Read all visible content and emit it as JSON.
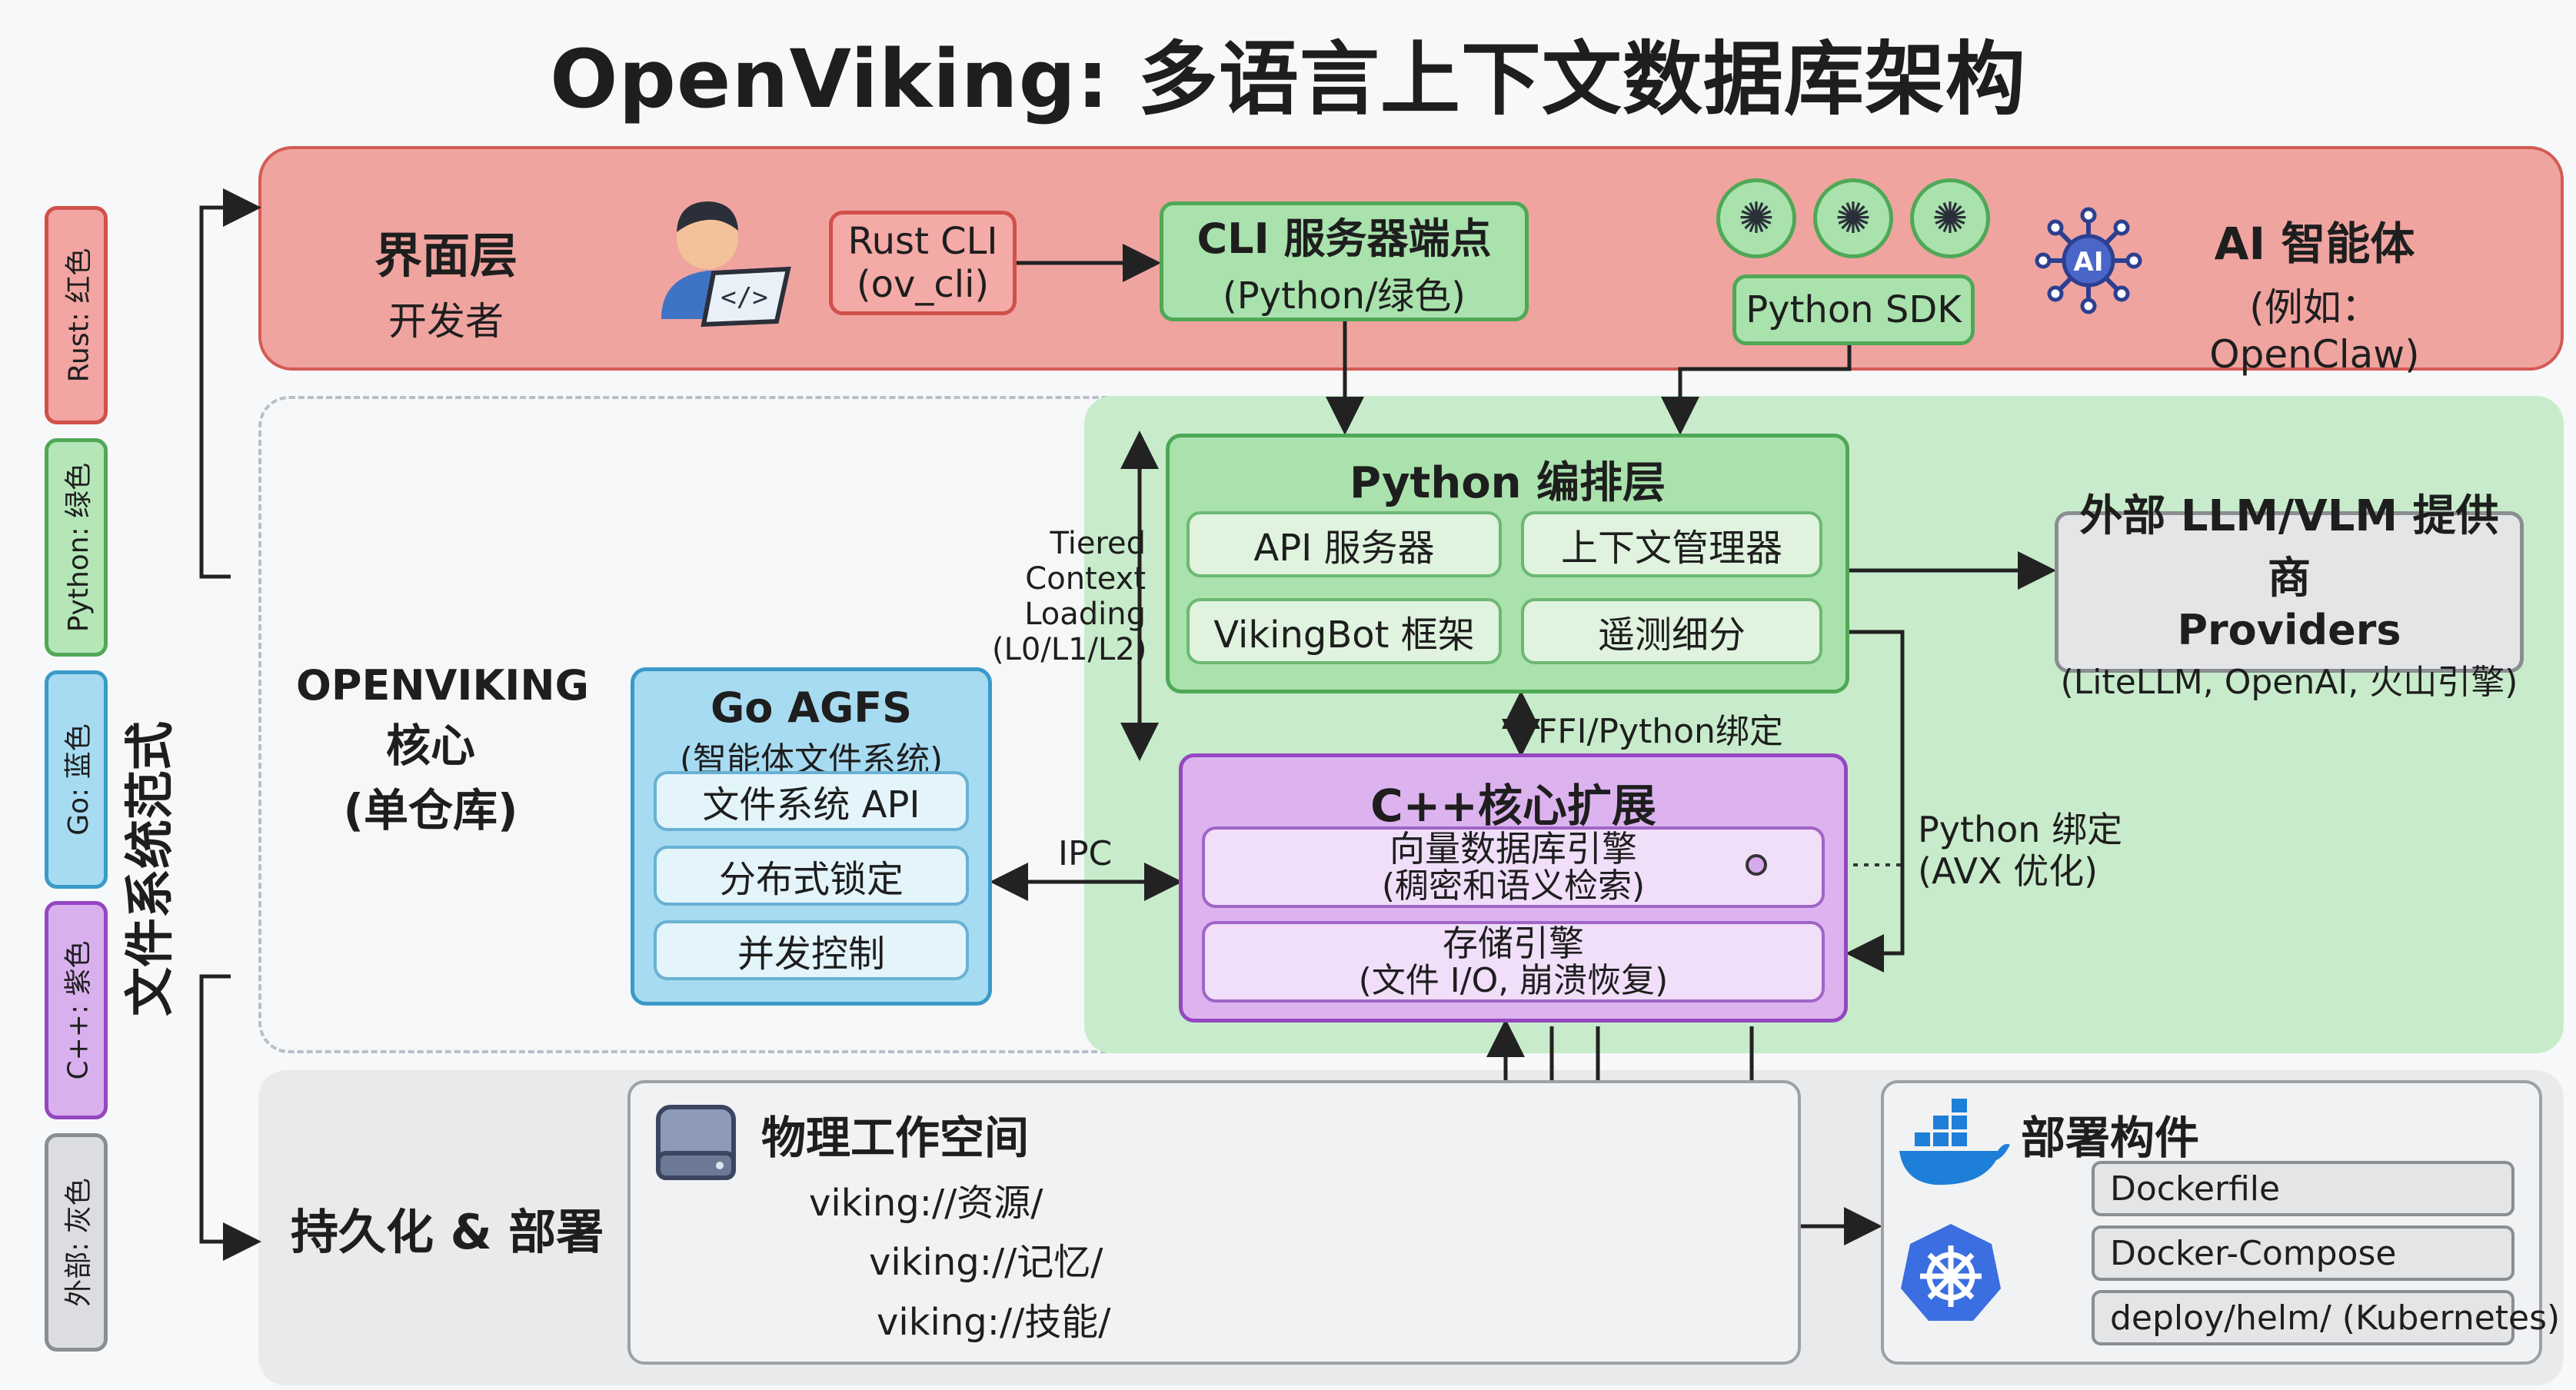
{
  "title": "OpenViking: 多语言上下文数据库架构",
  "legend": [
    {
      "label": "Rust: 红色",
      "color": "#f2a5a2",
      "border": "#d0514b"
    },
    {
      "label": "Python: 绿色",
      "color": "#b5e6b7",
      "border": "#4fa856"
    },
    {
      "label": "Go: 蓝色",
      "color": "#a7dbf1",
      "border": "#3a9ac9"
    },
    {
      "label": "C++: 紫色",
      "color": "#d9b0ee",
      "border": "#9447c0"
    },
    {
      "label": "外部: 灰色",
      "color": "#dcdde0",
      "border": "#8a8d92"
    }
  ],
  "filesystem_paradigm": "文件系统范式",
  "ui_layer": {
    "title": "界面层",
    "subtitle": "开发者",
    "rust_cli": {
      "line1": "Rust CLI",
      "line2": "(ov_cli)"
    },
    "cli_server": {
      "line1": "CLI 服务器端点",
      "line2": "(Python/绿色)"
    },
    "python_sdk": "Python SDK",
    "ai_agent": {
      "line1": "AI 智能体",
      "line2": "(例如：OpenClaw)",
      "icon_text": "AI"
    }
  },
  "core": {
    "title_line1": "OPENVIKING",
    "title_line2": "核心",
    "title_line3": "(单仓库)",
    "tiered": [
      "Tiered",
      "Context",
      "Loading",
      "(L0/L1/L2)"
    ],
    "python_layer": {
      "title": "Python 编排层",
      "items": [
        "API 服务器",
        "上下文管理器",
        "VikingBot 框架",
        "遥测细分"
      ]
    },
    "external_llm": {
      "line1": "外部 LLM/VLM 提供商",
      "line2": "Providers",
      "line3": "(LiteLLM, OpenAI, 火山引擎)"
    },
    "ffi": "FFI/Python绑定",
    "go_agfs": {
      "title": "Go AGFS",
      "subtitle": "(智能体文件系统)",
      "items": [
        "文件系统 API",
        "分布式锁定",
        "并发控制"
      ]
    },
    "ipc": "IPC",
    "cpp": {
      "title": "C++核心扩展",
      "vector": {
        "line1": "向量数据库引擎",
        "line2": "(稠密和语义检索)"
      },
      "storage": {
        "line1": "存储引擎",
        "line2": "(文件 I/O, 崩溃恢复)"
      }
    },
    "python_binding": {
      "line1": "Python 绑定",
      "line2": "(AVX 优化)"
    }
  },
  "persist": {
    "title": "持久化 & 部署",
    "workspace": {
      "title": "物理工作空间",
      "items": [
        "viking://资源/",
        "viking://记忆/",
        "viking://技能/"
      ]
    },
    "deploy": {
      "title": "部署构件",
      "items": [
        "Dockerfile",
        "Docker-Compose",
        "deploy/helm/ (Kubernetes)"
      ]
    }
  }
}
